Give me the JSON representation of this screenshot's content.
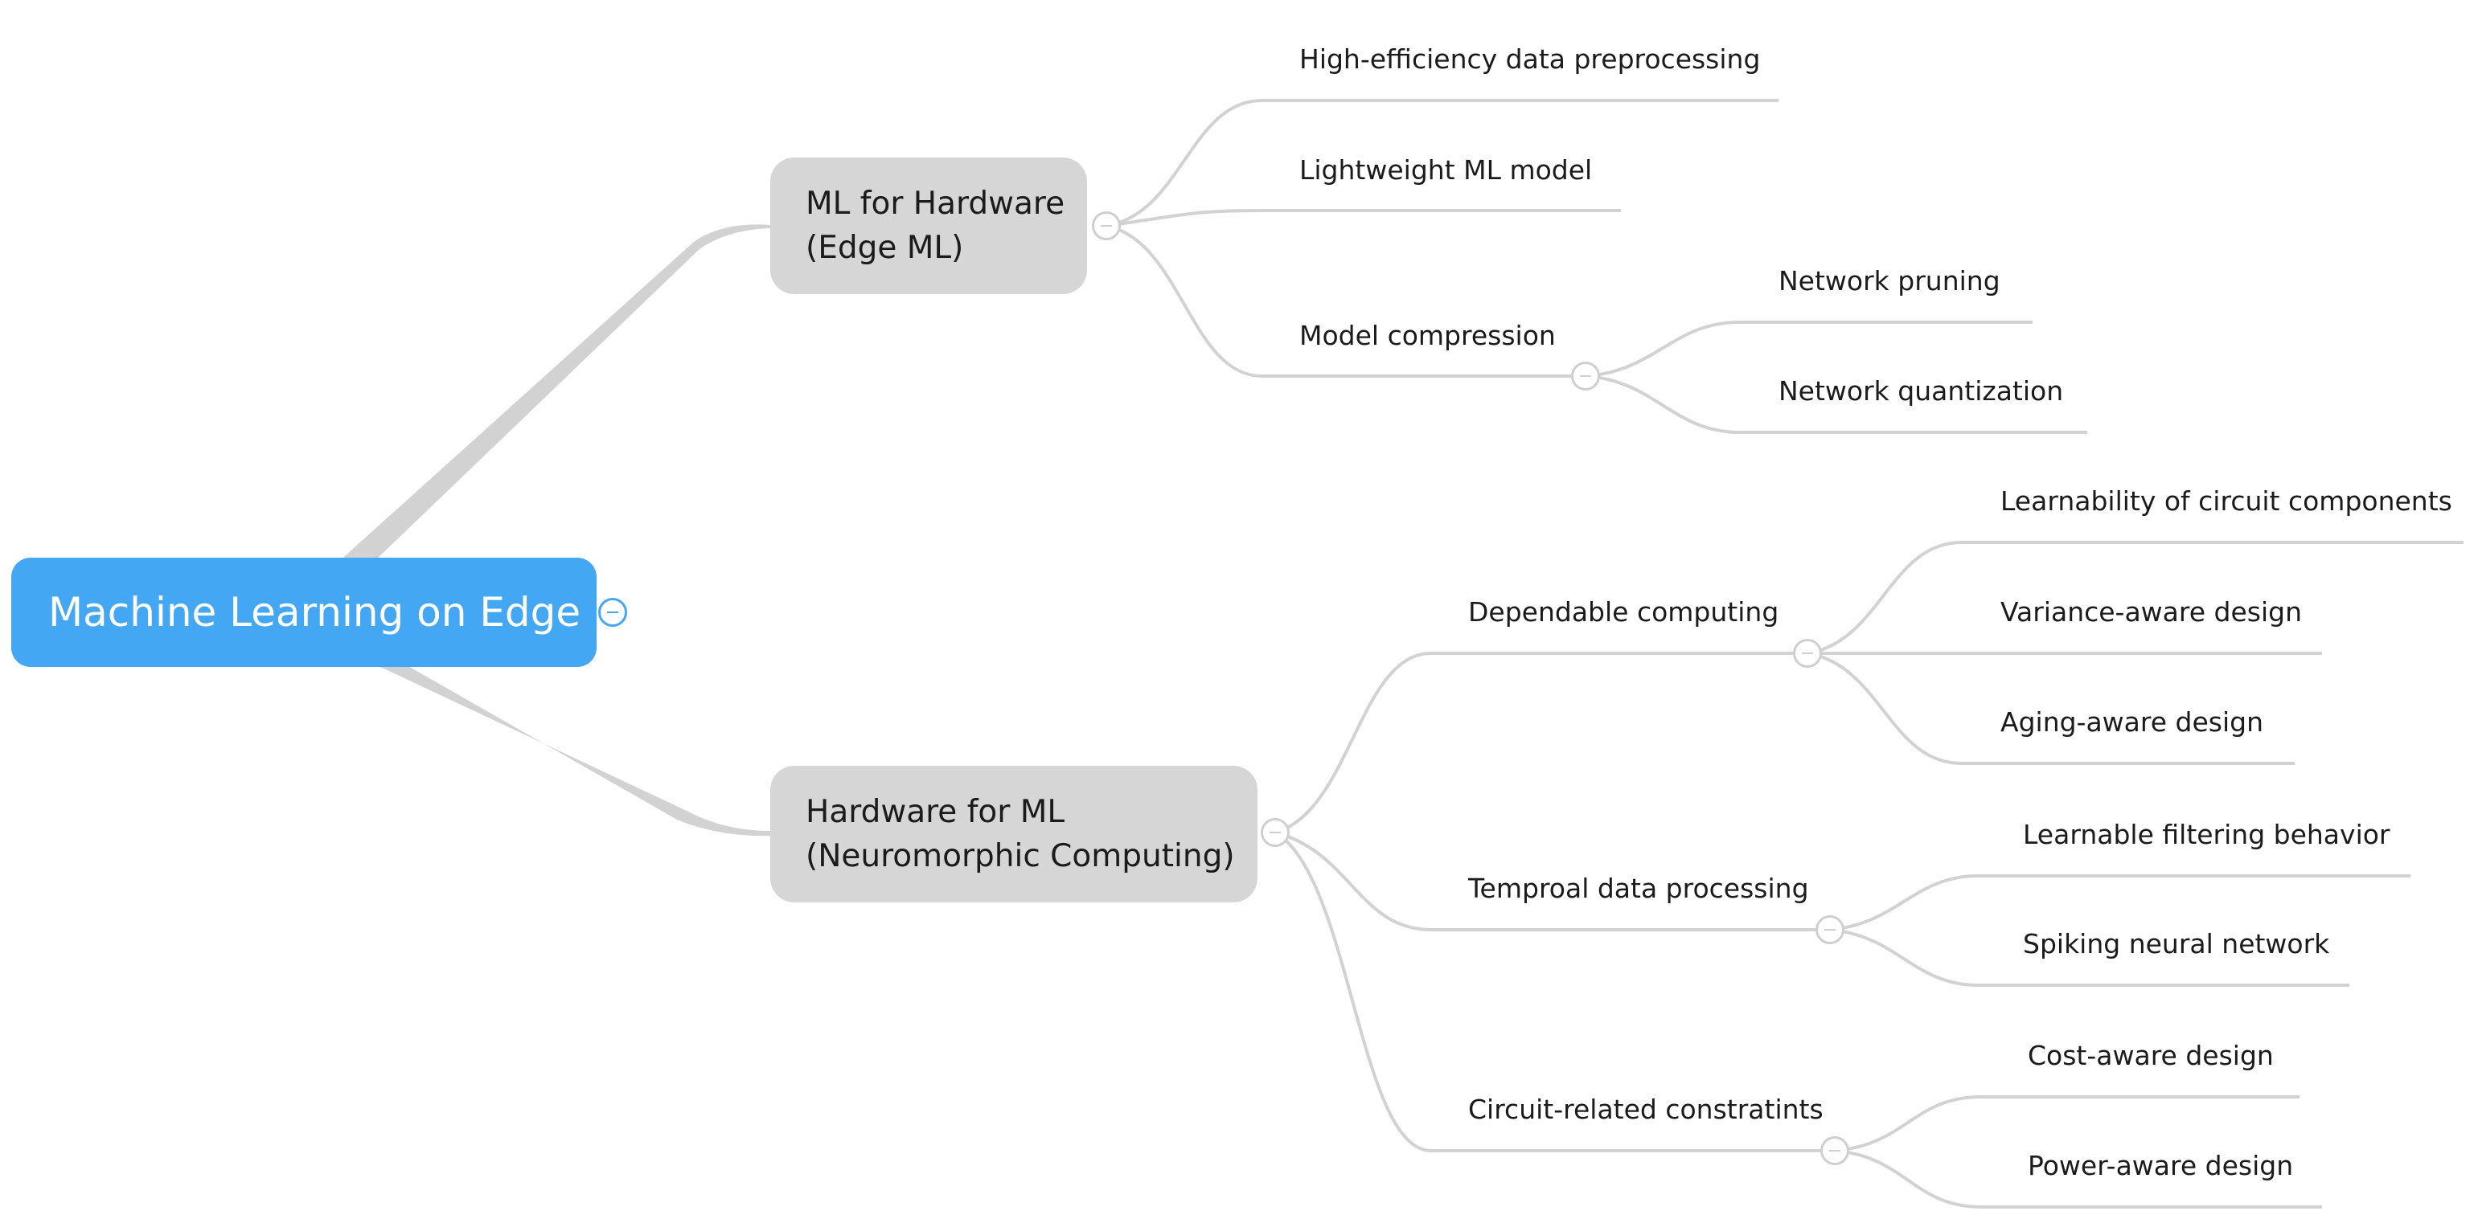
{
  "root": {
    "label": "Machine Learning on Edge"
  },
  "branches": [
    {
      "line1": "ML for Hardware",
      "line2": "(Edge ML)",
      "children": [
        {
          "label": "High-efficiency data preprocessing"
        },
        {
          "label": "Lightweight ML model"
        },
        {
          "label": "Model compression",
          "children": [
            {
              "label": "Network pruning"
            },
            {
              "label": "Network quantization"
            }
          ]
        }
      ]
    },
    {
      "line1": "Hardware for ML",
      "line2": "(Neuromorphic Computing)",
      "children": [
        {
          "label": "Dependable computing",
          "children": [
            {
              "label": "Learnability of circuit components"
            },
            {
              "label": "Variance-aware design"
            },
            {
              "label": "Aging-aware design"
            }
          ]
        },
        {
          "label": "Temproal data processing",
          "children": [
            {
              "label": "Learnable filtering behavior"
            },
            {
              "label": "Spiking neural network"
            }
          ]
        },
        {
          "label": "Circuit-related constratints",
          "children": [
            {
              "label": "Cost-aware design"
            },
            {
              "label": "Power-aware design"
            }
          ]
        }
      ]
    }
  ],
  "colors": {
    "root_fill": "#44a7f3",
    "branch_fill": "#d6d6d6",
    "connector": "#d2d2d2"
  }
}
